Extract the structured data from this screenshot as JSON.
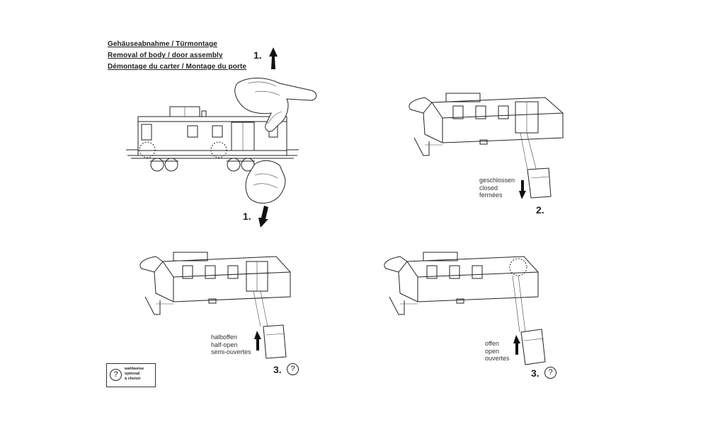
{
  "header": {
    "title_de": "Gehäuseabnahme / Türmontage",
    "title_en": "Removal of body / door assembly",
    "title_fr": "Démontage du carter / Montage du porte"
  },
  "panels": {
    "removal": {
      "step_top": "1.",
      "step_bottom": "1."
    },
    "closed": {
      "label_de": "geschlossen",
      "label_en": "closed",
      "label_fr": "fermées",
      "step": "2."
    },
    "half_open": {
      "label_de": "halboffen",
      "label_en": "half-open",
      "label_fr": "semi-ouvertes",
      "step": "3."
    },
    "open": {
      "label_de": "offen",
      "label_en": "open",
      "label_fr": "ouvertes",
      "step": "3."
    }
  },
  "legend": {
    "symbol": "?",
    "line1": "wahlweise",
    "line2": "optional",
    "line3": "à choisir"
  }
}
